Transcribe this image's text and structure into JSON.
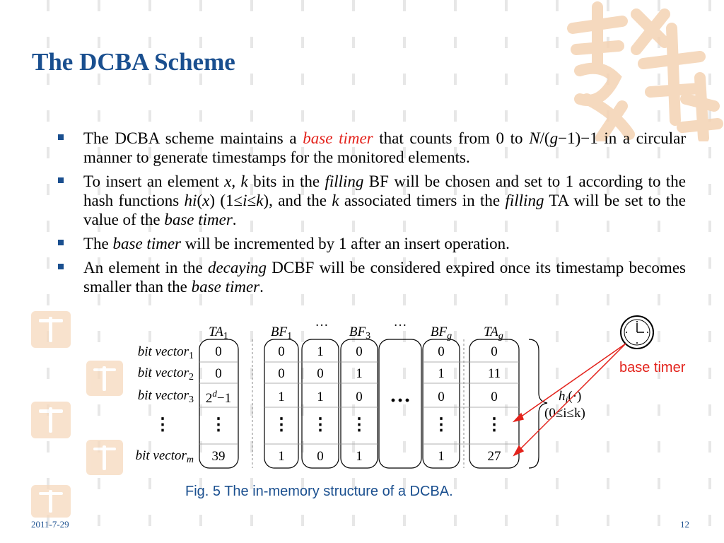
{
  "slide": {
    "title": "The DCBA Scheme",
    "footer_date": "2011-7-29",
    "page_number": "12",
    "colors": {
      "title": "#1a4f8f",
      "accent_red": "#e3221b",
      "decoration": "#f6d9bd"
    }
  },
  "bullets": [
    {
      "b1_a": "The DCBA scheme maintains a ",
      "b1_b": "base timer",
      "b1_c": " that counts from 0 to ",
      "b1_d": "N",
      "b1_e": "/(",
      "b1_f": "g",
      "b1_g": "−1)−1 in a circular manner to generate timestamps for the monitored elements."
    },
    {
      "b2_a": "To insert an element ",
      "b2_b": "x",
      "b2_c": ", ",
      "b2_d": "k",
      "b2_e": " bits in the ",
      "b2_f": "filling",
      "b2_g": " BF will be chosen and set to 1 according to the hash functions ",
      "b2_h": "hi",
      "b2_i": "(",
      "b2_j": "x",
      "b2_k": ") (1≤",
      "b2_l": "i",
      "b2_m": "≤",
      "b2_n": "k",
      "b2_o": "), and the ",
      "b2_p": "k",
      "b2_q": " associated timers in the ",
      "b2_r": "filling",
      "b2_s": " TA will be set to the value of the ",
      "b2_t": "base timer",
      "b2_u": "."
    },
    {
      "b3_a": "The ",
      "b3_b": "base timer",
      "b3_c": " will be incremented by 1 after an insert operation."
    },
    {
      "b4_a": "An element in the ",
      "b4_b": "decaying",
      "b4_c": " DCBF will be considered expired once its timestamp becomes smaller than the ",
      "b4_d": "base timer",
      "b4_e": "."
    }
  ],
  "figure": {
    "caption": "Fig. 5  The in-memory structure of a DCBA.",
    "base_timer_label": "base timer",
    "columns": {
      "ta1": {
        "main": "TA",
        "sub": "1"
      },
      "bf1": {
        "main": "BF",
        "sub": "1"
      },
      "bf3": {
        "main": "BF",
        "sub": "3"
      },
      "bfg": {
        "main": "BF",
        "sub": "g"
      },
      "tag": {
        "main": "TA",
        "sub": "g"
      },
      "dots": "···"
    },
    "row_labels": [
      {
        "main": "bit vector",
        "sub": "1"
      },
      {
        "main": "bit vector",
        "sub": "2"
      },
      {
        "main": "bit vector",
        "sub": "3"
      },
      {
        "main": "⋮",
        "sub": ""
      },
      {
        "main": "bit vector",
        "sub": "m"
      }
    ],
    "ta1_values": [
      "0",
      "0",
      "2d−1",
      "⋮",
      "39"
    ],
    "ta1_special": {
      "base": "2",
      "sup": "d",
      "rest": "−1"
    },
    "bf1_values": [
      "0",
      "0",
      "1",
      "⋮",
      "1"
    ],
    "bf2_values": [
      "1",
      "0",
      "1",
      "⋮",
      "0"
    ],
    "bf3_values": [
      "0",
      "1",
      "0",
      "⋮",
      "1"
    ],
    "middle_dots": "···",
    "bfg_values": [
      "0",
      "1",
      "0",
      "⋮",
      "1"
    ],
    "tag_values": [
      "0",
      "11",
      "0",
      "⋮",
      "27"
    ],
    "hash_label": {
      "h": "h",
      "sub": "i",
      "arg": "(·)",
      "range": "(0≤i≤k)"
    },
    "clock_icon": "clock-icon"
  }
}
